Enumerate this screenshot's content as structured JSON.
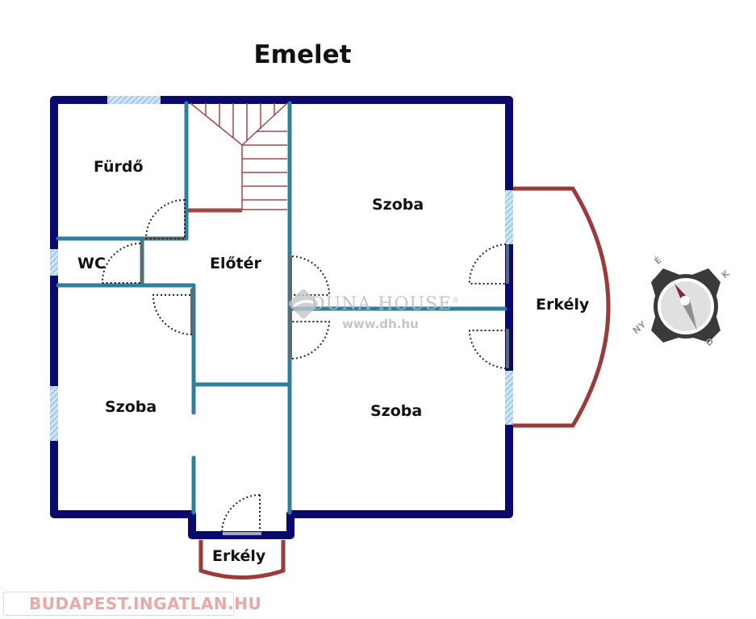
{
  "title": "Emelet",
  "rooms": [
    {
      "id": "furdo",
      "label": "Fürdő"
    },
    {
      "id": "wc",
      "label": "WC"
    },
    {
      "id": "eloter",
      "label": "Előtér"
    },
    {
      "id": "szoba-top-right",
      "label": "Szoba"
    },
    {
      "id": "szoba-left",
      "label": "Szoba"
    },
    {
      "id": "szoba-bottom-right",
      "label": "Szoba"
    },
    {
      "id": "erkely-right",
      "label": "Erkély"
    },
    {
      "id": "erkely-bottom",
      "label": "Erkély"
    }
  ],
  "watermark": {
    "brand": "DUNA HOUSE",
    "registered": "®",
    "url": "www.dh.hu"
  },
  "compass": {
    "north": "É",
    "east": "K",
    "south": "D",
    "west": "NY"
  },
  "footer": {
    "site": "BUDAPEST.INGATLAN.HU",
    "icon": "house-icon"
  },
  "colors": {
    "exterior_wall": "#0a0a6e",
    "interior_wall": "#2f7f9a",
    "balcony_rail": "#9b3a3a",
    "stairs": "#a04848",
    "window": "#9ec9e6",
    "door_leaf": "#5c6a72",
    "footer_text": "#e8a9a8"
  }
}
